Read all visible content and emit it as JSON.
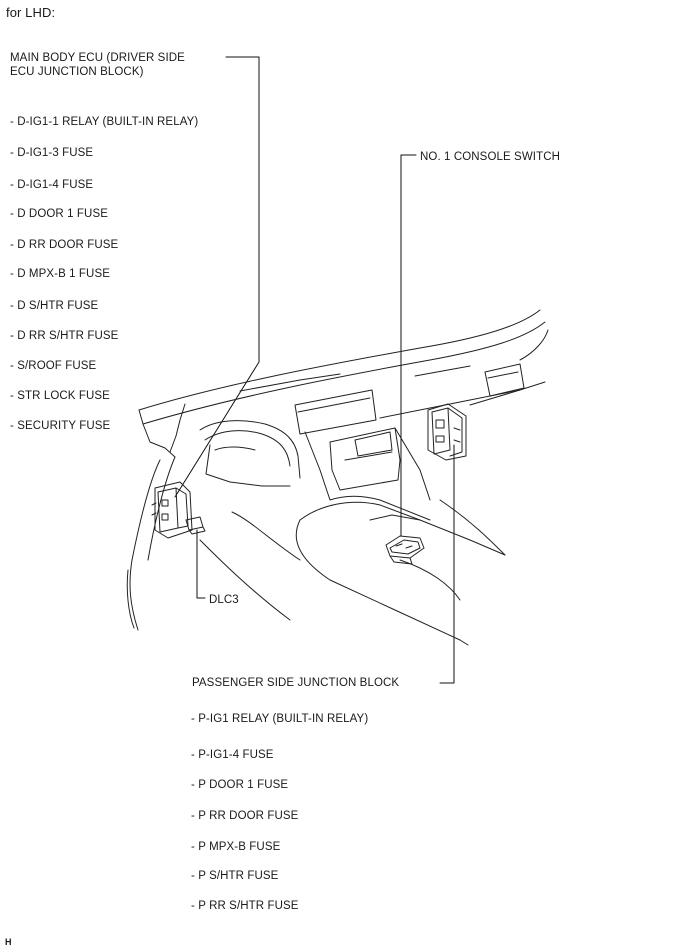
{
  "header": {
    "title": "for LHD:"
  },
  "main_body_ecu": {
    "label_line1": "MAIN BODY ECU (DRIVER SIDE",
    "label_line2": "ECU JUNCTION BLOCK)",
    "items": [
      "- D-IG1-1 RELAY (BUILT-IN RELAY)",
      "- D-IG1-3 FUSE",
      "- D-IG1-4 FUSE",
      "- D DOOR 1 FUSE",
      "- D RR DOOR FUSE",
      "- D MPX-B 1 FUSE",
      "- D S/HTR FUSE",
      "- D RR S/HTR FUSE",
      "- S/ROOF FUSE",
      "- STR LOCK FUSE",
      "- SECURITY FUSE"
    ]
  },
  "console_switch": {
    "label": "NO. 1 CONSOLE SWITCH"
  },
  "dlc3": {
    "label": "DLC3"
  },
  "passenger_junction_block": {
    "label": "PASSENGER SIDE JUNCTION BLOCK",
    "items": [
      "- P-IG1 RELAY (BUILT-IN RELAY)",
      "- P-IG1-4 FUSE",
      "- P DOOR 1 FUSE",
      "- P RR DOOR FUSE",
      "- P MPX-B FUSE",
      "- P S/HTR FUSE",
      "- P RR S/HTR FUSE"
    ]
  },
  "footer": {
    "code": "H"
  }
}
